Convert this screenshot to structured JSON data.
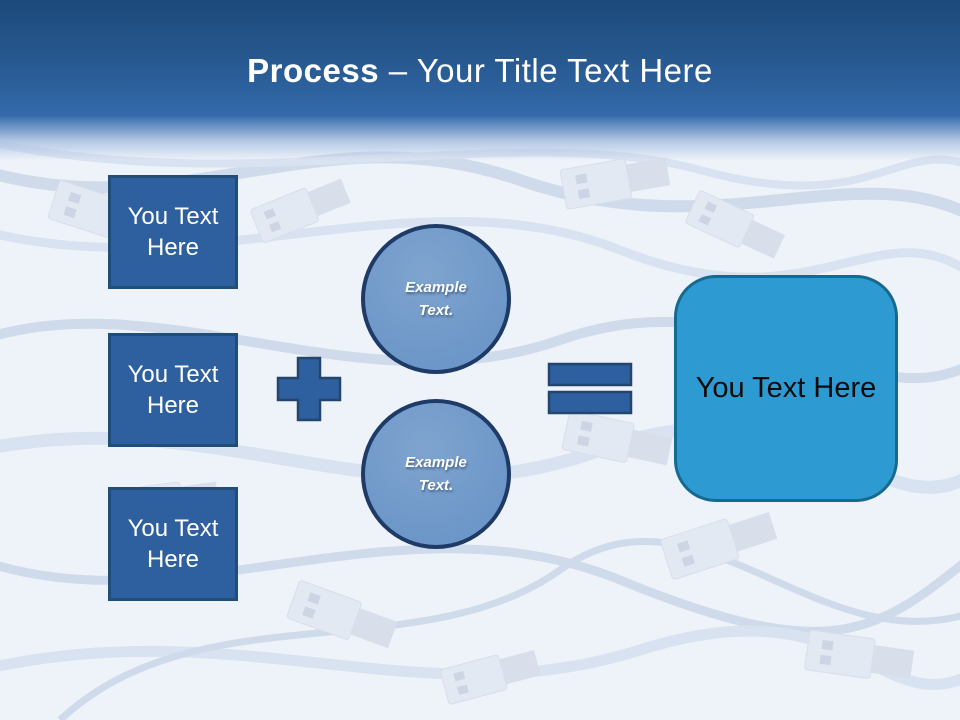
{
  "header": {
    "title_emphasis": "Process",
    "title_rest": " – Your Title Text Here"
  },
  "diagram": {
    "inputs": [
      {
        "label": "You Text Here"
      },
      {
        "label": "You Text Here"
      },
      {
        "label": "You Text Here"
      }
    ],
    "circles": [
      {
        "label": "Example Text."
      },
      {
        "label": "Example Text."
      }
    ],
    "operators": [
      {
        "icon": "plus-icon"
      },
      {
        "icon": "equals-icon"
      }
    ],
    "result": {
      "label": "You Text Here"
    }
  },
  "colors": {
    "header_top": "#1d4a7c",
    "header_bottom": "#336aab",
    "square_fill": "#2e5f9e",
    "square_border": "#1f4e79",
    "circle_fill": "#6d97c8",
    "circle_border": "#1e3a66",
    "operator_fill": "#2e5f9e",
    "operator_border": "#24466e",
    "result_fill": "#2d9bd2",
    "result_border": "#17698f",
    "background": "#eef2f9"
  }
}
